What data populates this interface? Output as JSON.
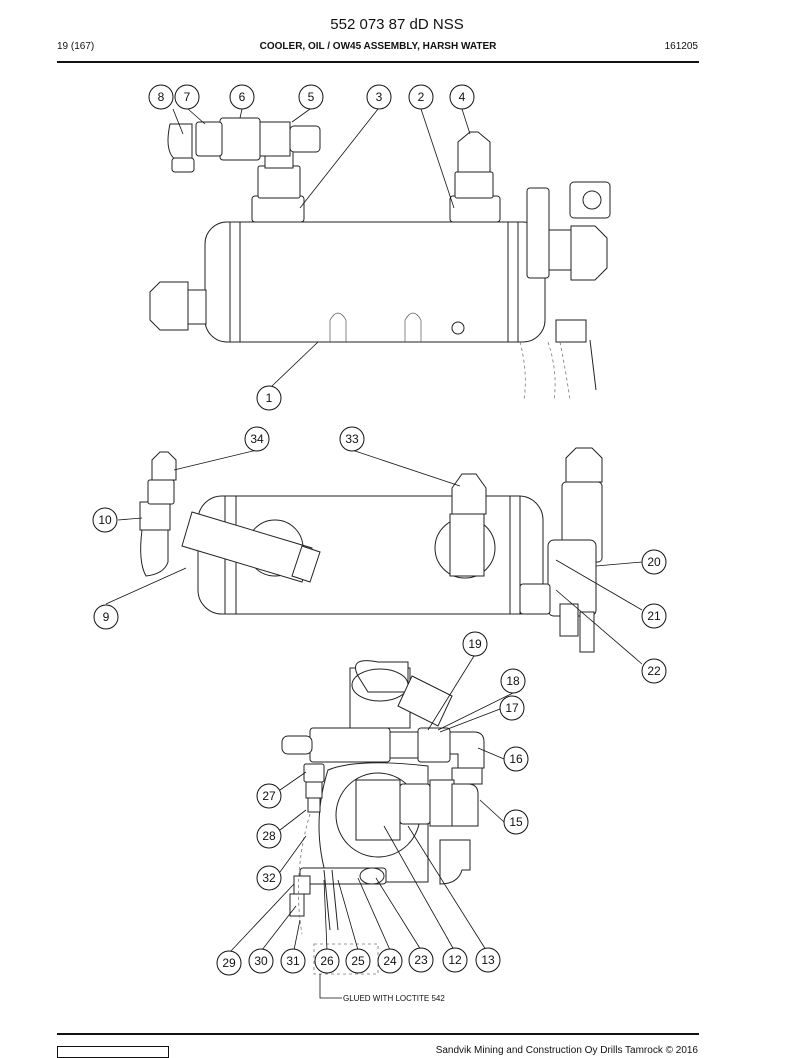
{
  "header": {
    "doc_number": "552 073 87 dD NSS",
    "page_ref": "19 (167)",
    "title": "COOLER, OIL / OW45 ASSEMBLY, HARSH WATER",
    "date_code": "161205"
  },
  "drawing": {
    "note": "GLUED WITH LOCTITE 542",
    "callouts": [
      "1",
      "2",
      "3",
      "4",
      "5",
      "6",
      "7",
      "8",
      "9",
      "10",
      "12",
      "13",
      "15",
      "16",
      "17",
      "18",
      "19",
      "20",
      "21",
      "22",
      "23",
      "24",
      "25",
      "26",
      "27",
      "28",
      "29",
      "30",
      "31",
      "32",
      "33",
      "34"
    ]
  },
  "footer": {
    "copyright": "Sandvik Mining and Construction Oy Drills Tamrock © 2016"
  }
}
